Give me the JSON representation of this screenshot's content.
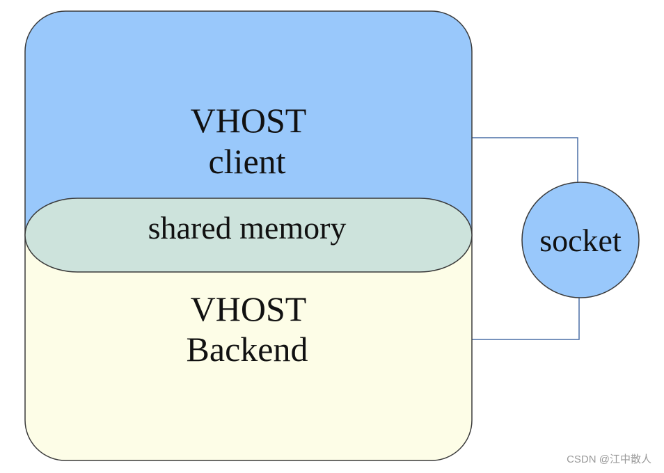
{
  "diagram": {
    "client_block": {
      "line1": "VHOST",
      "line2": "client",
      "fill": "#99c8fb"
    },
    "shared_memory": {
      "label": "shared memory",
      "fill": "#cde3dc"
    },
    "backend_block": {
      "line1": "VHOST",
      "line2": "Backend",
      "fill": "#fdfde7"
    },
    "socket": {
      "label": "socket",
      "fill": "#99c8fb"
    },
    "connector_color": "#4a6fa5",
    "outline_color": "#3a3a3a"
  },
  "watermark": {
    "text": "CSDN @江中散人"
  }
}
